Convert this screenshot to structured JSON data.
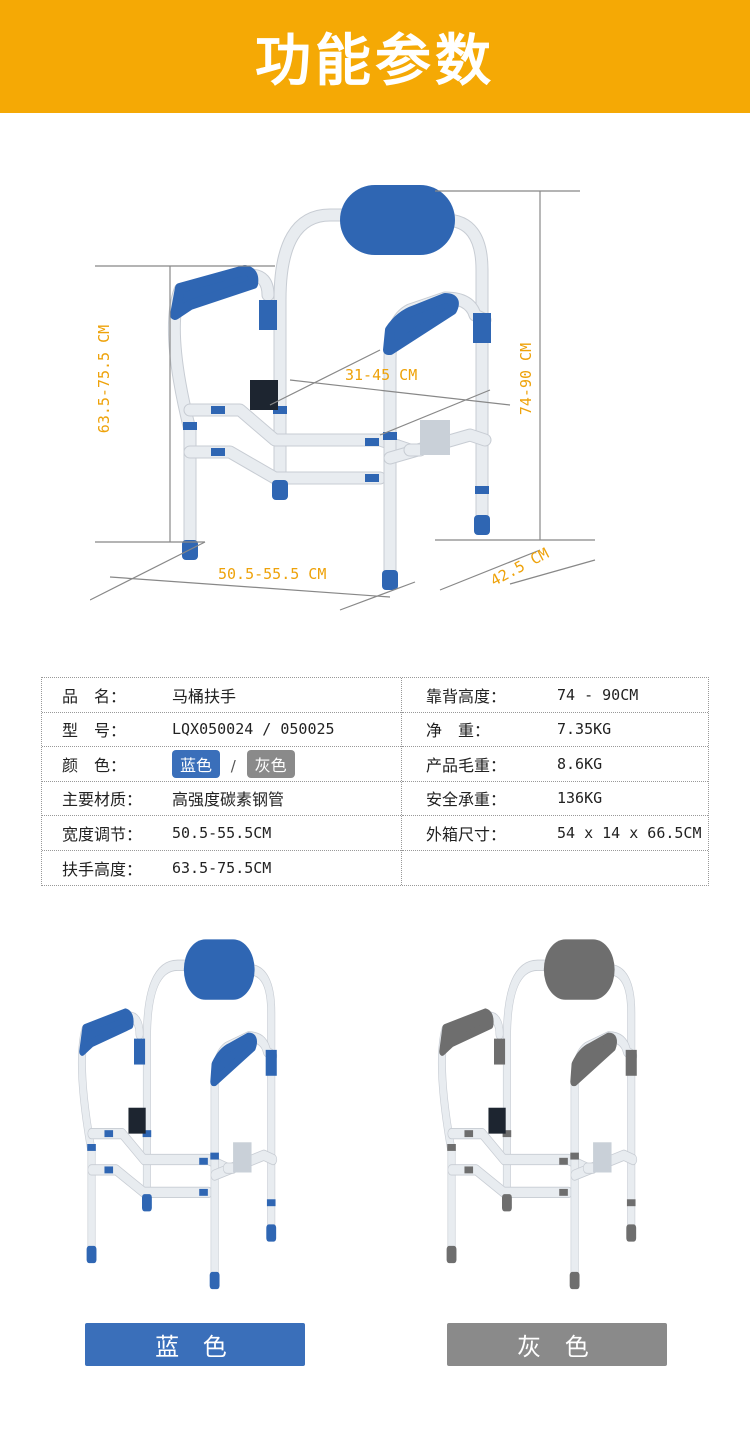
{
  "header": {
    "title": "功能参数"
  },
  "diagram": {
    "armrest_height": "63.5-75.5 CM",
    "back_height": "74-90 CM",
    "seat_width": "31-45 CM",
    "width": "50.5-55.5 CM",
    "depth": "42.5 CM"
  },
  "spec": {
    "left": [
      {
        "label": "品　名：",
        "value": "马桶扶手"
      },
      {
        "label": "型　号：",
        "value": "LQX050024 / 050025"
      },
      {
        "label": "颜　色：",
        "colors": [
          "蓝色",
          "灰色"
        ],
        "sep": "/"
      },
      {
        "label": "主要材质：",
        "value": "高强度碳素钢管"
      },
      {
        "label": "宽度调节：",
        "value": "50.5-55.5CM"
      },
      {
        "label": "扶手高度：",
        "value": "63.5-75.5CM"
      }
    ],
    "right": [
      {
        "label": "靠背高度：",
        "value": "74 - 90CM"
      },
      {
        "label": "净　重：",
        "value": "7.35KG"
      },
      {
        "label": "产品毛重：",
        "value": "8.6KG"
      },
      {
        "label": "安全承重：",
        "value": "136KG"
      },
      {
        "label": "外箱尺寸：",
        "value": "54 x 14 x 66.5CM"
      }
    ]
  },
  "variants": [
    {
      "label": "蓝 色",
      "color": "#2f66b3"
    },
    {
      "label": "灰 色",
      "color": "#6e6e6e"
    }
  ],
  "buttons": {
    "blue_bg": "#3a6fba",
    "gray_bg": "#8a8a8a"
  }
}
